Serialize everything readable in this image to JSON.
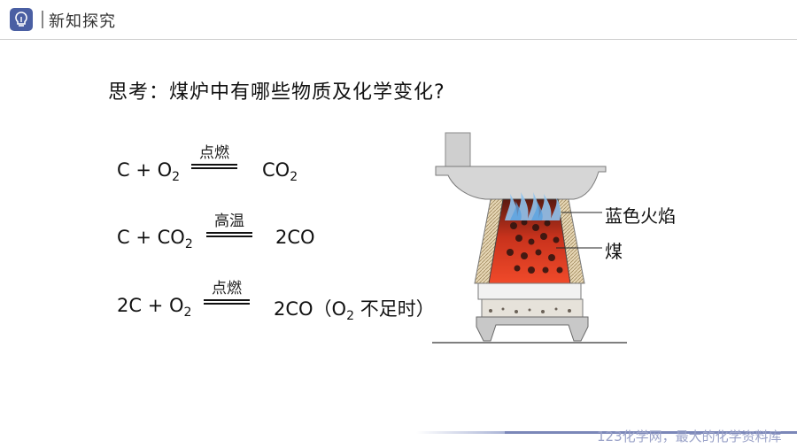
{
  "header": {
    "title": "新知探究",
    "icon": "lightbulb-icon",
    "accent_color": "#4a5fa3"
  },
  "question": "思考：煤炉中有哪些物质及化学变化?",
  "equations": [
    {
      "left_main": "C + O",
      "left_sub": "2",
      "condition": "点燃",
      "right_main": "CO",
      "right_sub": "2",
      "right_tail": ""
    },
    {
      "left_main": "C + CO",
      "left_sub": "2",
      "condition": "高温",
      "right_main": "2CO",
      "right_sub": "",
      "right_tail": ""
    },
    {
      "left_main": "2C + O",
      "left_sub": "2",
      "condition": "点燃",
      "right_main": "2CO（O",
      "right_sub": "2",
      "right_tail": " 不足时）"
    }
  ],
  "stove_labels": {
    "flame": "蓝色火焰",
    "coal": "煤"
  },
  "footer": {
    "text": "123化学网，最大的化学资料库"
  }
}
